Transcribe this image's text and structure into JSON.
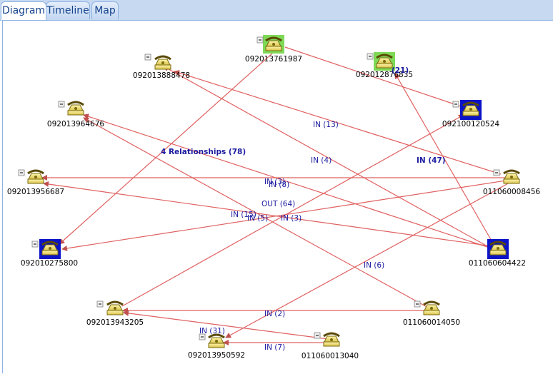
{
  "tabs": [
    {
      "label": "Diagram",
      "active": true
    },
    {
      "label": "Timeline",
      "active": false
    },
    {
      "label": "Map",
      "active": false
    }
  ],
  "colors": {
    "edge": "#e05050",
    "node_green": "#7ed957",
    "node_blue": "#0b13c8",
    "phone_yellow": "#f2e27a"
  },
  "nodes": [
    {
      "id": "n1",
      "label": "092013761987",
      "bg": "green"
    },
    {
      "id": "n2",
      "label": "092013888478",
      "bg": "none"
    },
    {
      "id": "n3",
      "label": "092012876835",
      "bg": "green"
    },
    {
      "id": "n4",
      "label": "092013964676",
      "bg": "none"
    },
    {
      "id": "n5",
      "label": "092100120524",
      "bg": "blue"
    },
    {
      "id": "n6",
      "label": "092013956687",
      "bg": "none"
    },
    {
      "id": "n7",
      "label": "011060008456",
      "bg": "none"
    },
    {
      "id": "n8",
      "label": "092010275800",
      "bg": "blue"
    },
    {
      "id": "n9",
      "label": "011060604422",
      "bg": "blue"
    },
    {
      "id": "n10",
      "label": "092013943205",
      "bg": "none"
    },
    {
      "id": "n11",
      "label": "011060014050",
      "bg": "none"
    },
    {
      "id": "n12",
      "label": "092013950592",
      "bg": "none"
    },
    {
      "id": "n13",
      "label": "011060013040",
      "bg": "none"
    }
  ],
  "edge_labels": [
    {
      "text": "IN (13)",
      "bold": false
    },
    {
      "text": "IN (4)",
      "bold": false
    },
    {
      "text": "IN (47)",
      "bold": true
    },
    {
      "text": "4 Relationships (78)",
      "bold": true
    },
    {
      "text": "IN (3)",
      "bold": false
    },
    {
      "text": "IN (8)",
      "bold": false
    },
    {
      "text": "OUT (64)",
      "bold": false
    },
    {
      "text": "IN (15)",
      "bold": false
    },
    {
      "text": "IN (5)",
      "bold": false
    },
    {
      "text": "IN (3)",
      "bold": false
    },
    {
      "text": "IN (6)",
      "bold": false
    },
    {
      "text": "IN (2)",
      "bold": false
    },
    {
      "text": "IN (31)",
      "bold": false
    },
    {
      "text": "IN (7)",
      "bold": false
    },
    {
      "text": "(21)",
      "bold": true
    }
  ]
}
